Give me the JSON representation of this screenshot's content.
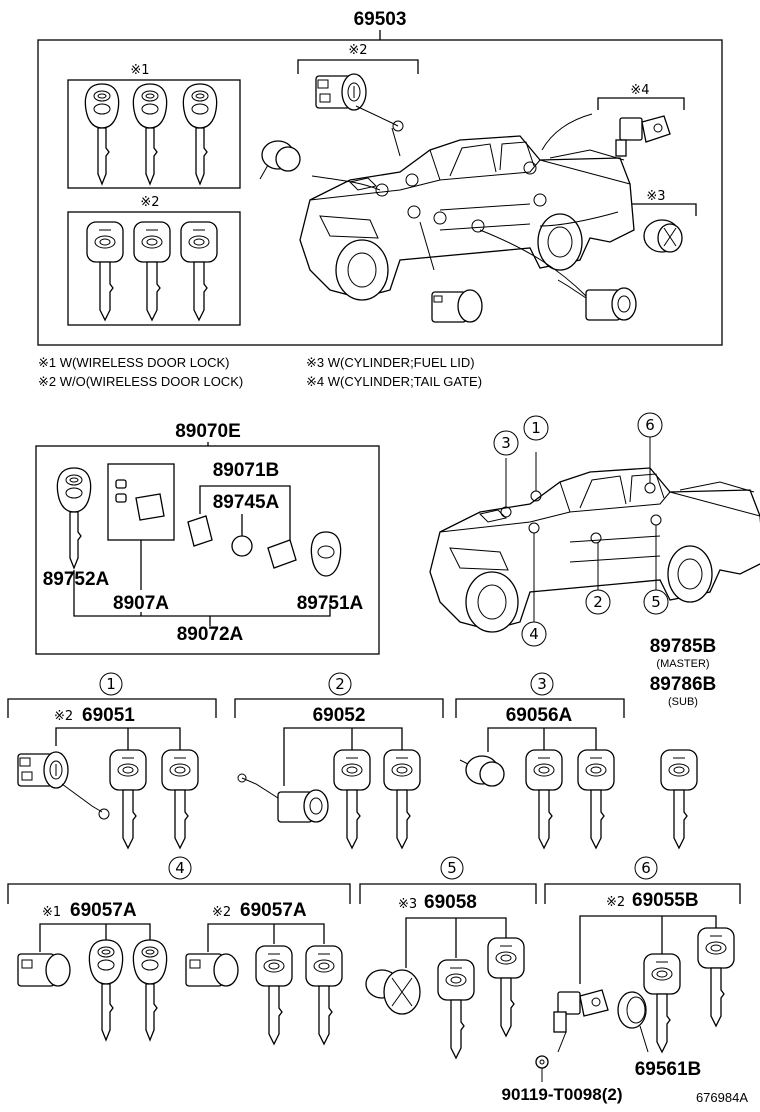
{
  "top": {
    "part": "69503",
    "marks": {
      "m1": "※1",
      "m2a": "※2",
      "m2b": "※2",
      "m3": "※3",
      "m4": "※4"
    },
    "legend": {
      "l1": "※1 W(WIRELESS DOOR LOCK)",
      "l2": "※2 W/O(WIRELESS DOOR LOCK)",
      "l3": "※3 W(CYLINDER;FUEL LID)",
      "l4": "※4 W(CYLINDER;TAIL GATE)"
    }
  },
  "kit": {
    "part": "89070E",
    "p89071B": "89071B",
    "p89745A": "89745A",
    "p89752A": "89752A",
    "p8907A": "8907A",
    "p89751A": "89751A",
    "p89072A": "89072A"
  },
  "locations": {
    "n1": "1",
    "n2": "2",
    "n3": "3",
    "n4": "4",
    "n5": "5",
    "n6": "6"
  },
  "blank_keys": {
    "master_part": "89785B",
    "master_label": "(MASTER)",
    "sub_part": "89786B",
    "sub_label": "(SUB)"
  },
  "sets": {
    "s1": {
      "num": "1",
      "mark": "※2",
      "part": "69051"
    },
    "s2": {
      "num": "2",
      "part": "69052"
    },
    "s3": {
      "num": "3",
      "part": "69056A"
    },
    "s4": {
      "num": "4",
      "a_mark": "※1",
      "a_part": "69057A",
      "b_mark": "※2",
      "b_part": "69057A"
    },
    "s5": {
      "num": "5",
      "mark": "※3",
      "part": "69058"
    },
    "s6": {
      "num": "6",
      "mark": "※2",
      "part": "69055B",
      "cap": "69561B",
      "screw": "90119-T0098(2)"
    }
  },
  "figure_id": "676984A"
}
